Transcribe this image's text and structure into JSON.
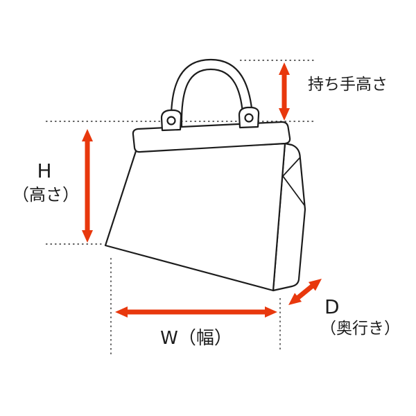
{
  "diagram": {
    "name": "bag-dimension-diagram",
    "labels": {
      "handle_height": "持ち手高さ",
      "height_abbr": "H",
      "height_full": "（高さ）",
      "width": "W（幅）",
      "depth_abbr": "D",
      "depth_full": "（奥行き）"
    },
    "colors": {
      "arrow": "#e8380d",
      "line": "#1c1c1c",
      "background": "#ffffff"
    }
  }
}
